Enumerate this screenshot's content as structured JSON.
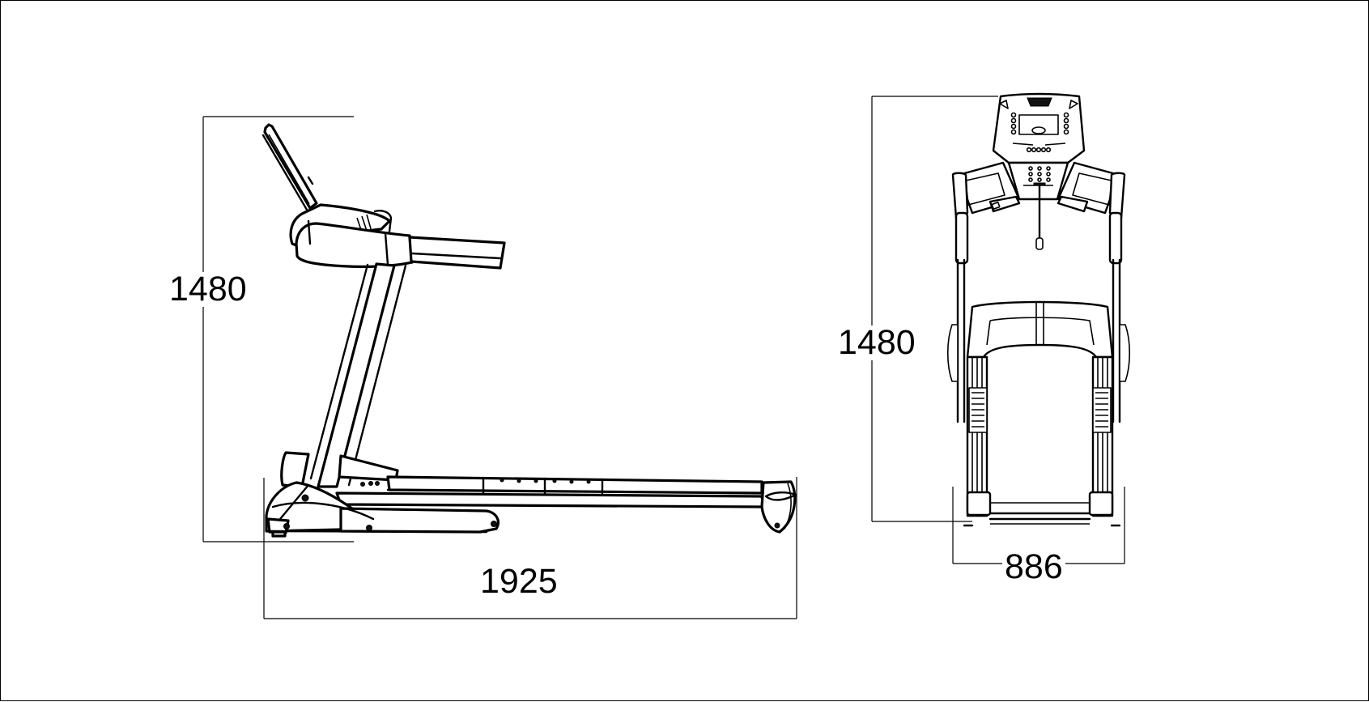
{
  "drawing": {
    "subject": "treadmill",
    "views": [
      {
        "name": "side-view",
        "dimensions": {
          "height": {
            "label": "1480",
            "value": 1480
          },
          "length": {
            "label": "1925",
            "value": 1925
          }
        }
      },
      {
        "name": "front-view",
        "dimensions": {
          "height": {
            "label": "1480",
            "value": 1480
          },
          "width": {
            "label": "886",
            "value": 886
          }
        }
      }
    ],
    "line_color": "#000000",
    "background_color": "#ffffff"
  },
  "labels": {
    "side_height": "1480",
    "side_length": "1925",
    "front_height": "1480",
    "front_width": "886"
  }
}
